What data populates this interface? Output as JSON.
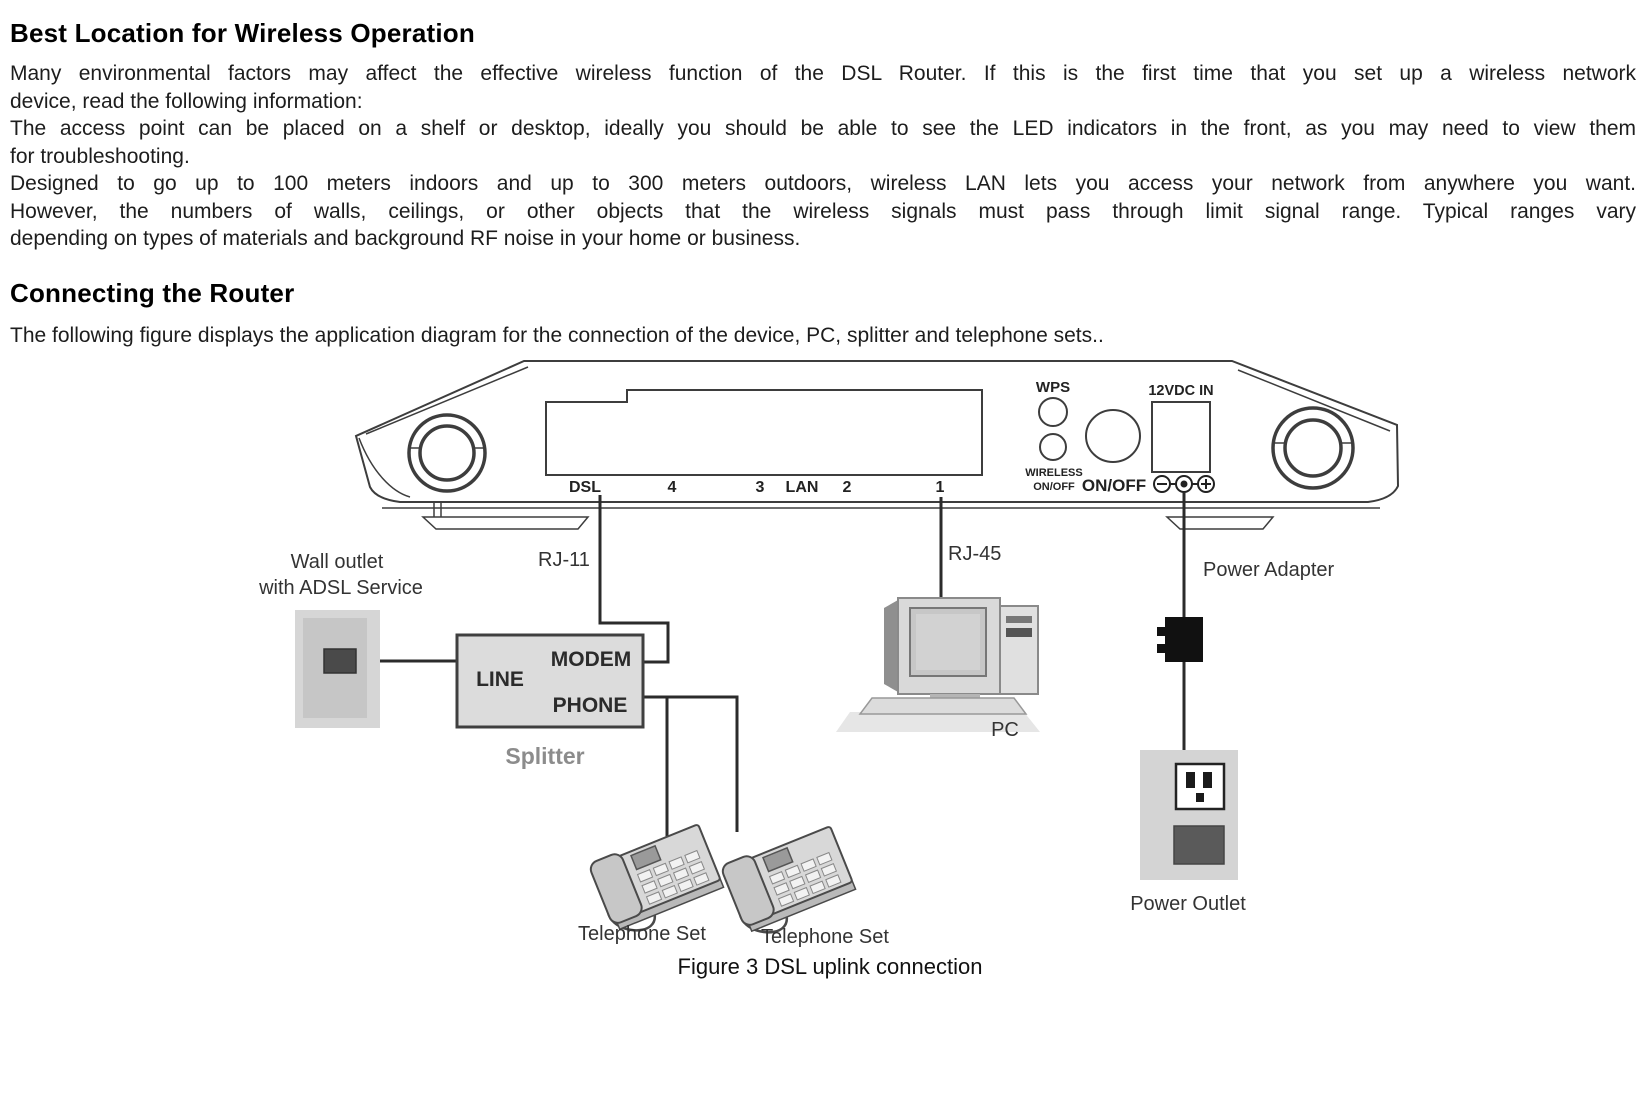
{
  "doc": {
    "heading1": "Best Location for Wireless Operation",
    "para1": [
      "Many environmental factors may affect the effective wireless function of the DSL Router. If this is the first time that you set up a wireless network",
      "device, read the following information:"
    ],
    "para2": [
      "The access point can be placed on a shelf or desktop, ideally you should be able to see the LED indicators in the front, as you may need to view them",
      "for troubleshooting."
    ],
    "para3": [
      "Designed to go up to 100 meters indoors and up to 300 meters outdoors, wireless LAN lets you access your network from anywhere you want.",
      "However, the numbers of walls, ceilings, or other objects that the wireless signals must pass through limit signal range. Typical ranges vary",
      "depending on types of materials and background RF noise in your home or business."
    ],
    "heading2": "Connecting the Router",
    "para4": [
      "The following figure displays the application diagram for the connection of the device, PC, splitter and telephone sets.."
    ]
  },
  "figure": {
    "caption": "Figure 3 DSL uplink connection",
    "router": {
      "port_dsl": "DSL",
      "port_4": "4",
      "port_3": "3",
      "port_lan": "LAN",
      "port_2": "2",
      "port_1": "1",
      "wps": "WPS",
      "wireless_line1": "WIRELESS",
      "wireless_line2": "ON/OFF",
      "onoff": "ON/OFF",
      "power_in": "12VDC IN"
    },
    "labels": {
      "wall_outlet_line1": "Wall outlet",
      "wall_outlet_line2": "with ADSL Service",
      "rj11": "RJ-11",
      "rj45": "RJ-45",
      "power_adapter": "Power Adapter",
      "splitter": "Splitter",
      "line_port": "LINE",
      "modem_port": "MODEM",
      "phone_port": "PHONE",
      "pc": "PC",
      "telephone1": "Telephone Set",
      "telephone2": "Telephone Set",
      "power_outlet": "Power Outlet"
    },
    "colors": {
      "ink": "#1d1d1d",
      "line_art": "#3d3d3d",
      "wire": "#2b2b2b",
      "gray_label": "#8c8c8c",
      "light_fill": "#d8d8d8",
      "dark_fill": "#4a4a4a",
      "adapter_black": "#111111"
    }
  }
}
